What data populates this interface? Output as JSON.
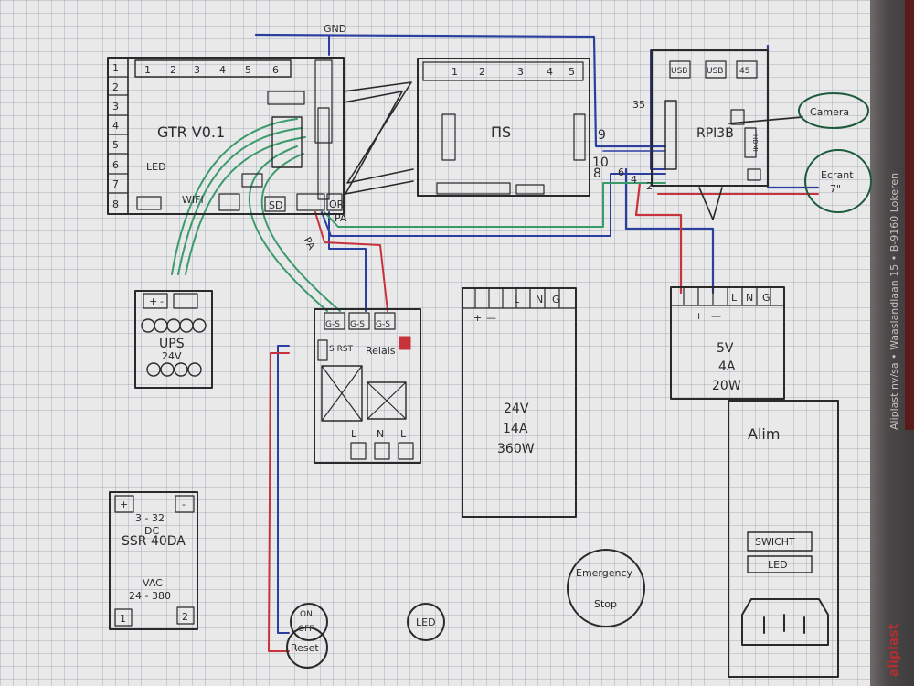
{
  "colors": {
    "ink": "#2a2a2a",
    "blue": "#2a3f9e",
    "red": "#c8323a",
    "green": "#3a9a6a",
    "dark_green": "#1e5a3c",
    "grid": "#9aa3b3",
    "paper": "#e9e9ea"
  },
  "wire_labels": {
    "gnd": "GND",
    "n9": "9",
    "n10": "10",
    "n8": "8",
    "n6": "6",
    "n4": "4",
    "n2": "2",
    "n35": "35",
    "pa_left": "PA",
    "pa_right": "PA"
  },
  "gtr": {
    "title": "GTR V0.1",
    "left_numbers": [
      "1",
      "2",
      "3",
      "4",
      "5",
      "6",
      "7",
      "8"
    ],
    "top_numbers": [
      "1",
      "2",
      "3",
      "4",
      "5",
      "6"
    ],
    "led_label": "LED",
    "sd_label": "SD",
    "or_label": "OR",
    "wifi_label": "WIFI"
  },
  "ms": {
    "title": "ΠS",
    "top_numbers": [
      "1",
      "2",
      "3",
      "4",
      "5"
    ]
  },
  "rpi": {
    "title": "RPI3B",
    "ports": [
      "USB",
      "USB",
      "45"
    ],
    "hdmi": "HDMI"
  },
  "camera": {
    "label": "Camera"
  },
  "ecran": {
    "label": "Ecrant",
    "size": "7\""
  },
  "ups": {
    "plus": "+",
    "minus": "-",
    "title": "UPS",
    "voltage": "24V"
  },
  "relais": {
    "terminals": [
      "G-S",
      "G-S",
      "G-S"
    ],
    "title": "Relais",
    "s_rst": "S RST",
    "bottom": [
      "L",
      "N",
      "L"
    ]
  },
  "psu24": {
    "plus": "+",
    "minus": "—",
    "terminals": [
      "L",
      "N",
      "G"
    ],
    "voltage": "24V",
    "current": "14A",
    "power": "360W"
  },
  "psu5": {
    "plus": "+",
    "minus": "—",
    "terminals": [
      "L",
      "N",
      "G"
    ],
    "voltage": "5V",
    "current": "4A",
    "power": "20W"
  },
  "ssr": {
    "plus": "+",
    "minus": "-",
    "dc_range": "3 - 32",
    "dc": "DC",
    "model": "SSR 40DA",
    "vac": "VAC",
    "vac_range": "24 - 380",
    "pin1": "1",
    "pin2": "2"
  },
  "reset": {
    "label": "Reset"
  },
  "onoff": {
    "on": "ON",
    "off": "OFF"
  },
  "led_button": {
    "label": "LED"
  },
  "estop": {
    "line1": "Emergency",
    "line2": "Stop"
  },
  "alim": {
    "title": "Alim",
    "switch": "SWICHT",
    "led": "LED"
  },
  "brand": {
    "name": "aliplast",
    "address": "Aliplast nv/sa • Waaslandlaan 15 • B-9160 Lokeren"
  }
}
